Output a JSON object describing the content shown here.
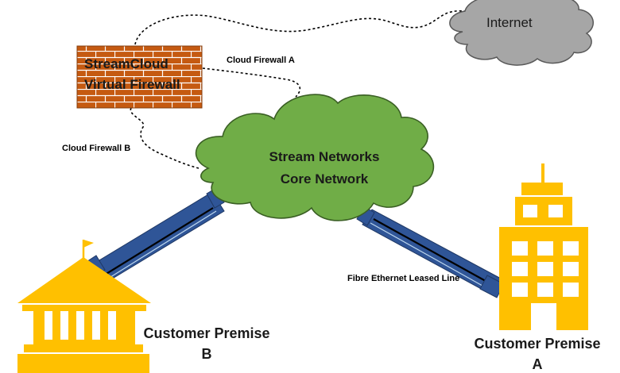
{
  "internet": {
    "label": "Internet"
  },
  "firewall": {
    "line1": "StreamCloud",
    "line2": "Virtual Firewall"
  },
  "core": {
    "line1": "Stream Networks",
    "line2": "Core Network"
  },
  "links": {
    "cloud_fw_a": "Cloud Firewall A",
    "cloud_fw_b": "Cloud Firewall B",
    "leased_line": "Fibre Ethernet Leased Line"
  },
  "customer_b": {
    "line1": "Customer Premise",
    "line2": "B"
  },
  "customer_a": {
    "line1": "Customer Premise",
    "line2": "A"
  },
  "colors": {
    "core_cloud": "#70ad47",
    "internet_cloud": "#a6a6a6",
    "brick": "#c55a11",
    "building": "#ffc000",
    "cable": "#2f5597"
  }
}
